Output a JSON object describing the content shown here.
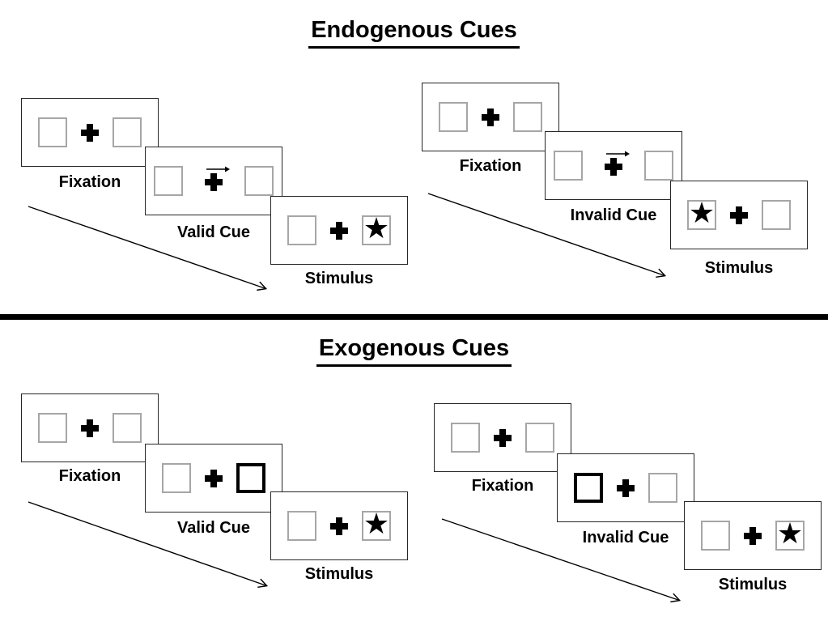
{
  "titles": {
    "endogenous": "Endogenous Cues",
    "exogenous": "Exogenous Cues"
  },
  "icons": {
    "star": "★",
    "fixation_cross": "plus-cross",
    "cue_arrow": "right-arrow",
    "timeline_arrow": "diagonal-arrow-down-right"
  },
  "colors": {
    "background": "#ffffff",
    "frame_border": "#262626",
    "placeholder_border": "#a6a6a6",
    "cue_highlight_border": "#000000",
    "symbol": "#000000",
    "divider": "#000000"
  },
  "panels": [
    {
      "name": "endogenous-valid",
      "frames": [
        {
          "label": "Fixation",
          "left": "empty",
          "right": "empty",
          "cue_arrow": false
        },
        {
          "label": "Valid Cue",
          "left": "empty",
          "right": "empty",
          "cue_arrow": true
        },
        {
          "label": "Stimulus",
          "left": "empty",
          "right": "star",
          "cue_arrow": false
        }
      ]
    },
    {
      "name": "endogenous-invalid",
      "frames": [
        {
          "label": "Fixation",
          "left": "empty",
          "right": "empty",
          "cue_arrow": false
        },
        {
          "label": "Invalid Cue",
          "left": "empty",
          "right": "empty",
          "cue_arrow": true
        },
        {
          "label": "Stimulus",
          "left": "star",
          "right": "empty",
          "cue_arrow": false
        }
      ]
    },
    {
      "name": "exogenous-valid",
      "frames": [
        {
          "label": "Fixation",
          "left": "empty",
          "right": "empty",
          "cue_arrow": false
        },
        {
          "label": "Valid Cue",
          "left": "empty",
          "right": "highlighted",
          "cue_arrow": false
        },
        {
          "label": "Stimulus",
          "left": "empty",
          "right": "star",
          "cue_arrow": false
        }
      ]
    },
    {
      "name": "exogenous-invalid",
      "frames": [
        {
          "label": "Fixation",
          "left": "empty",
          "right": "empty",
          "cue_arrow": false
        },
        {
          "label": "Invalid Cue",
          "left": "highlighted",
          "right": "empty",
          "cue_arrow": false
        },
        {
          "label": "Stimulus",
          "left": "empty",
          "right": "star",
          "cue_arrow": false
        }
      ]
    }
  ]
}
